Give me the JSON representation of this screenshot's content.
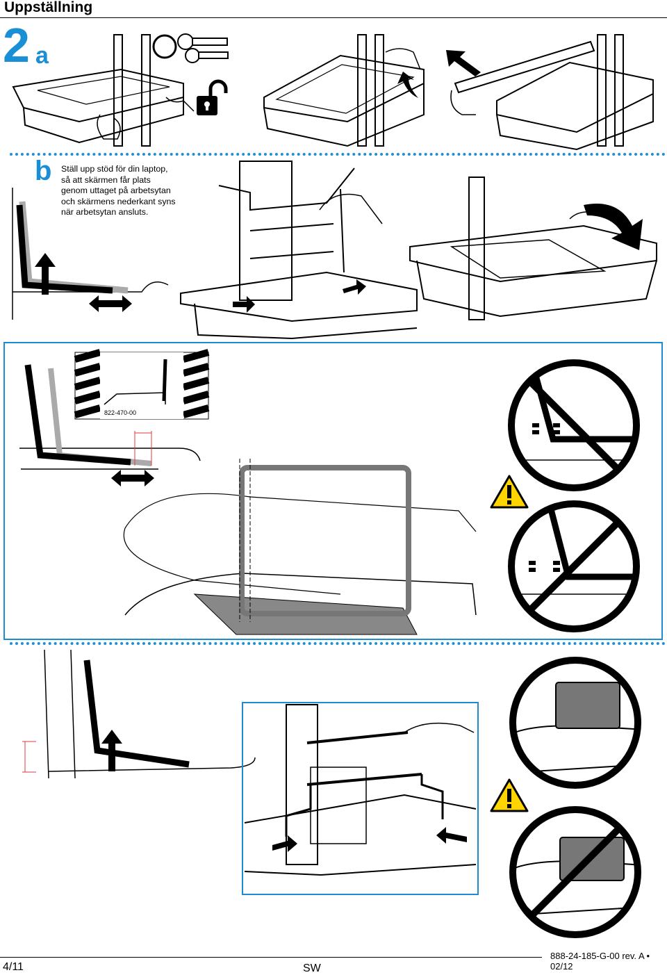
{
  "header": {
    "title": "Uppställning"
  },
  "step": {
    "number": "2",
    "sub_a": "a",
    "sub_b": "b"
  },
  "instructions": {
    "lines": [
      "Ställ upp stöd för din laptop,",
      "så att skärmen får plats",
      "genom uttaget på arbetsytan",
      "och skärmens nederkant syns",
      "när arbetsytan ansluts."
    ]
  },
  "labels": {
    "part_number": "822-470-00"
  },
  "icons": [
    "key-icon",
    "unlock-icon",
    "arrow-up-icon",
    "arrow-rotate-icon",
    "double-arrow-icon",
    "warning-icon",
    "prohibited-icon"
  ],
  "colors": {
    "accent": "#1e8ad2",
    "warning": "#ffd400",
    "red_dim": "#e0393e"
  },
  "footer": {
    "page": "4/11",
    "language": "SW",
    "doc_number": "888-24-185-G-00 rev. A • 02/12"
  }
}
